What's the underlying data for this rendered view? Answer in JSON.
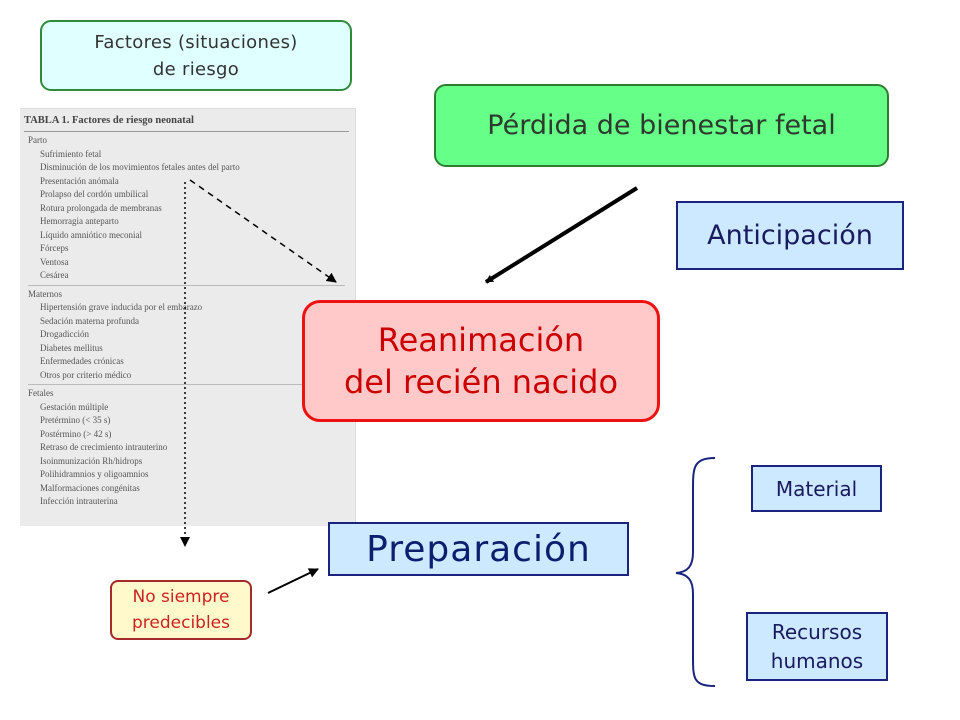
{
  "nodes": {
    "factores": [
      "Factores (situaciones)",
      "de riesgo"
    ],
    "perdida": "Pérdida de bienestar fetal",
    "anticipacion": "Anticipación",
    "reanimacion": [
      "Reanimación",
      "del recién nacido"
    ],
    "preparacion": "Preparación",
    "material": "Material",
    "recursos": [
      "Recursos",
      "humanos"
    ],
    "no_siempre": [
      "No siempre",
      "predecibles"
    ]
  },
  "tabla": {
    "title": "TABLA 1.  Factores de riesgo neonatal",
    "parto": {
      "label": "Parto",
      "items": [
        "Sufrimiento fetal",
        "Disminución de los movimientos fetales antes del parto",
        "Presentación anómala",
        "Prolapso del cordón umbilical",
        "Rotura prolongada de membranas",
        "Hemorragia anteparto",
        "Líquido amniótico meconial",
        "Fórceps",
        "Ventosa",
        "Cesárea"
      ]
    },
    "maternos": {
      "label": "Maternos",
      "items": [
        "Hipertensión grave inducida por el embarazo",
        "Sedación materna profunda",
        "Drogadicción",
        "Diabetes mellitus",
        "Enfermedades crónicas",
        "Otros por criterio médico"
      ]
    },
    "fetales": {
      "label": "Fetales",
      "items": [
        "Gestación múltiple",
        "Pretérmino (< 35 s)",
        "Postérmino (> 42 s)",
        "Retraso de crecimiento intrauterino",
        "Isoinmunización Rh/hidrops",
        "Polihidramnios y oligoamnios",
        "Malformaciones congénitas",
        "Infección intrauterina"
      ]
    }
  },
  "colors": {
    "green_node": "#66ff88",
    "light_blue_node": "#cce9ff",
    "red_node": "#ffc9c9",
    "yellow_node": "#fff9cc",
    "aqua_node": "#e0ffff"
  }
}
